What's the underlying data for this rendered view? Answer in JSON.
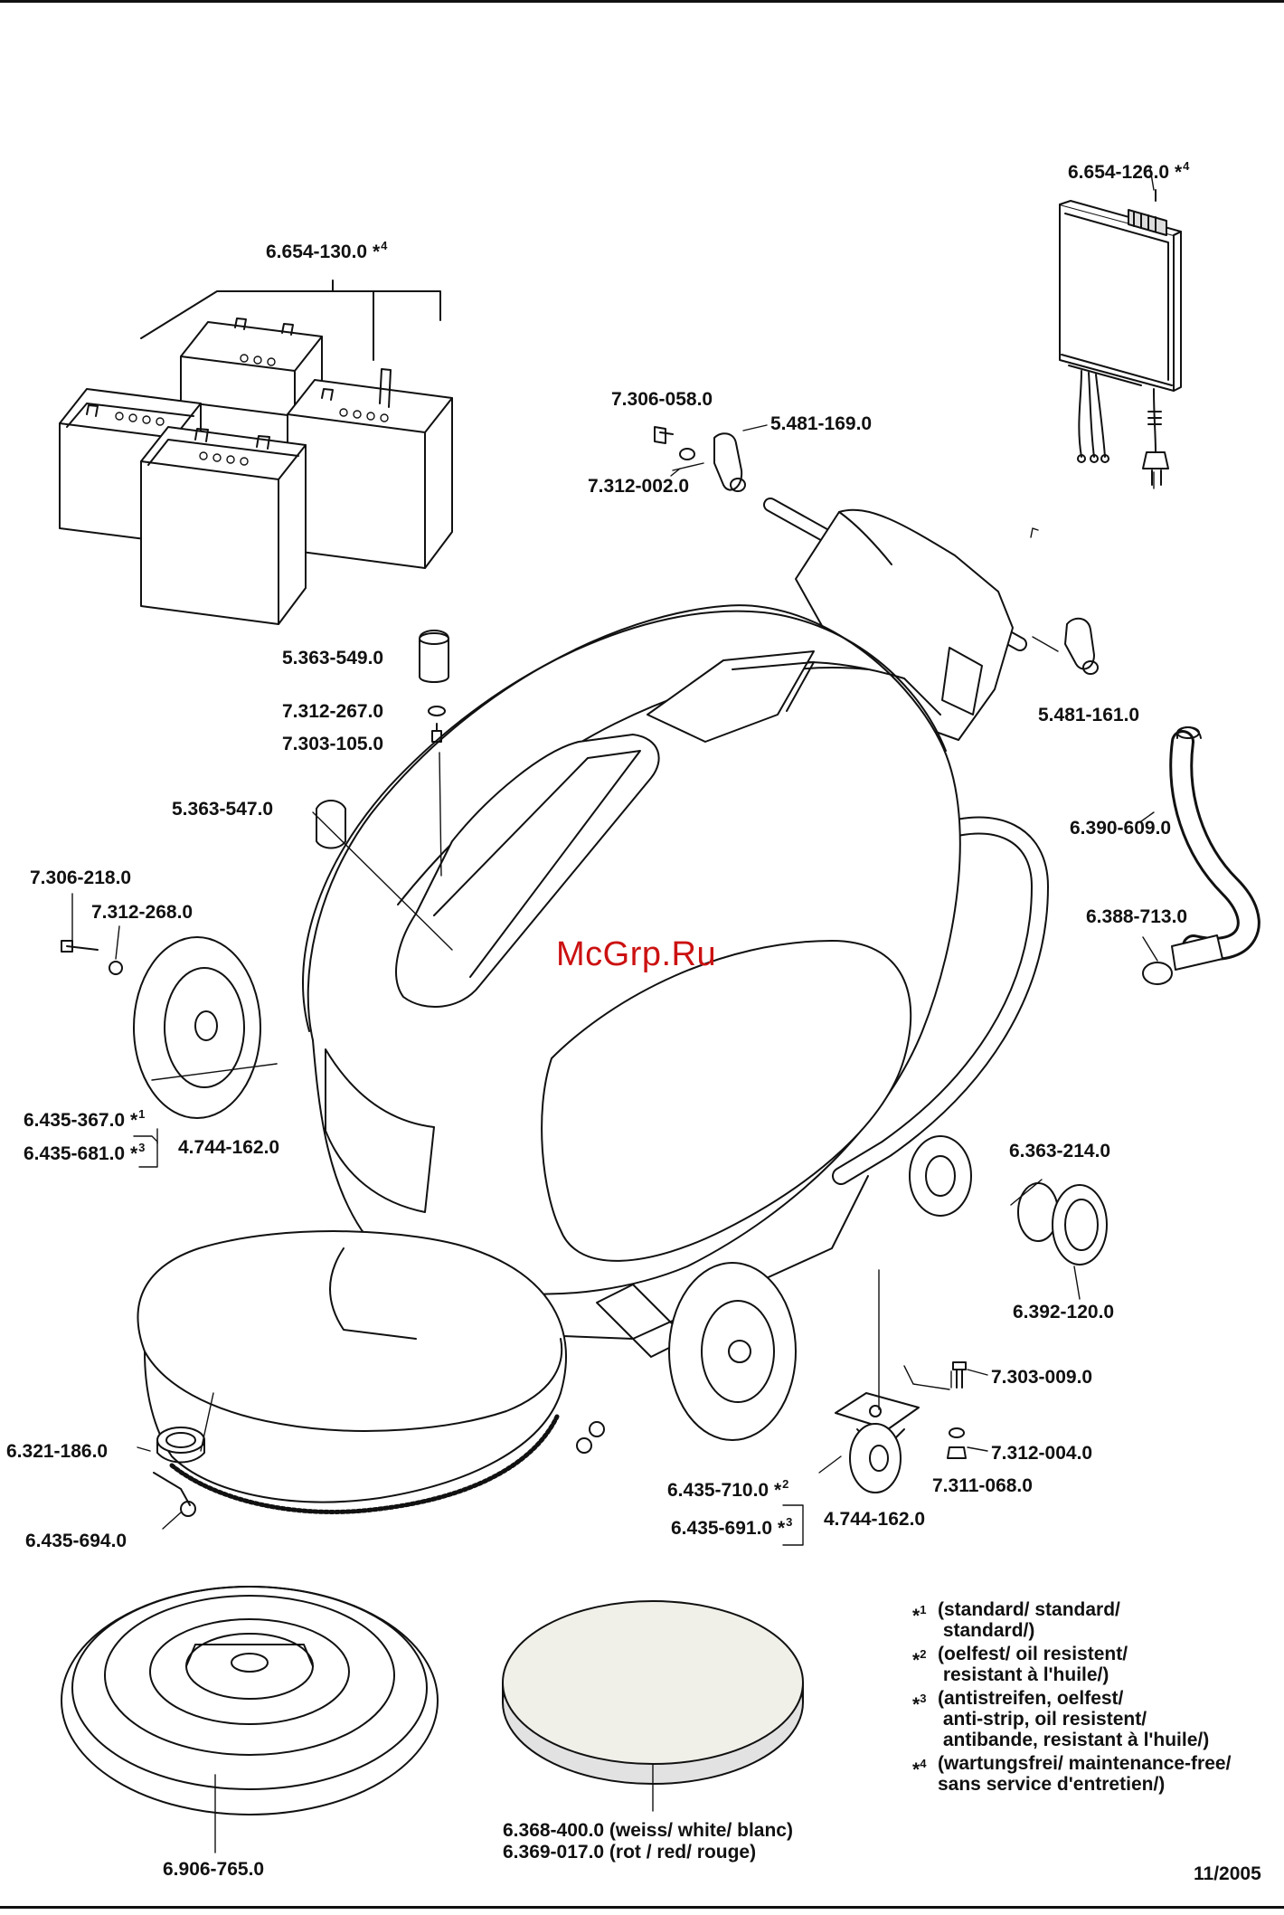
{
  "labels": {
    "p_6_654_126": "6.654-126.0",
    "p_6_654_130": "6.654-130.0",
    "p_7_306_058": "7.306-058.0",
    "p_5_481_169": "5.481-169.0",
    "p_7_312_002": "7.312-002.0",
    "p_5_363_549": "5.363-549.0",
    "p_7_312_267": "7.312-267.0",
    "p_7_303_105": "7.303-105.0",
    "p_5_481_161": "5.481-161.0",
    "p_6_390_609": "6.390-609.0",
    "p_5_363_547": "5.363-547.0",
    "p_7_306_218": "7.306-218.0",
    "p_7_312_268": "7.312-268.0",
    "p_6_388_713": "6.388-713.0",
    "p_6_435_367": "6.435-367.0",
    "p_6_435_681": "6.435-681.0",
    "p_4_744_162_a": "4.744-162.0",
    "p_6_363_214": "6.363-214.0",
    "p_6_392_120": "6.392-120.0",
    "p_7_303_009": "7.303-009.0",
    "p_6_321_186": "6.321-186.0",
    "p_7_312_004": "7.312-004.0",
    "p_6_435_710": "6.435-710.0",
    "p_7_311_068": "7.311-068.0",
    "p_6_435_691": "6.435-691.0",
    "p_4_744_162_b": "4.744-162.0",
    "p_6_435_694": "6.435-694.0",
    "p_6_906_765": "6.906-765.0",
    "pad_line1": "6.368-400.0 (weiss/ white/ blanc)",
    "pad_line2": "6.369-017.0 (rot / red/ rouge)"
  },
  "markers": {
    "m1": "1",
    "m2": "2",
    "m3": "3",
    "m4": "4",
    "star": "*"
  },
  "legend": [
    {
      "mark": "1",
      "text": "(standard/ standard/\n standard/)"
    },
    {
      "mark": "2",
      "text": "(oelfest/ oil resistent/\n resistant à l'huile/)"
    },
    {
      "mark": "3",
      "text": "(antistreifen, oelfest/\n anti-strip, oil resistent/\n antibande, resistant à l'huile/)"
    },
    {
      "mark": "4",
      "text": "(wartungsfrei/ maintenance-free/\nsans service d'entretien/)"
    }
  ],
  "watermark": "McGrp.Ru",
  "date": "11/2005"
}
